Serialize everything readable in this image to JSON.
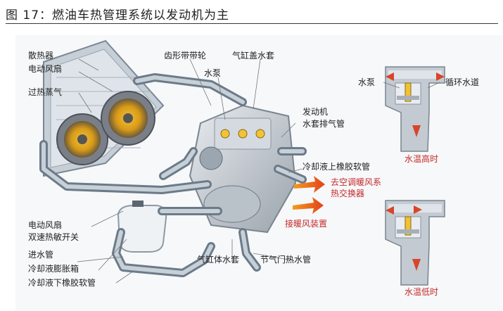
{
  "figure": {
    "title": "图 17：燃油车热管理系统以发动机为主"
  },
  "labels": {
    "radiator": "散热器",
    "fan": "电动风扇",
    "steam": "过热蒸气",
    "belt": "齿形带带轮",
    "cover_jacket": "气缸盖水套",
    "pump": "水泵",
    "engine_line1": "发动机",
    "engine_line2": "水套排气管",
    "upper_hose": "冷却液上橡胶软管",
    "ac_line1": "去空调暖风系",
    "ac_line2": "热交换器",
    "heater": "接暖风装置",
    "fan_switch_line1": "电动风扇",
    "fan_switch_line2": "双速热敏开关",
    "inlet": "进水管",
    "tank": "冷却液膨胀箱",
    "lower_hose": "冷却液下橡胶软管",
    "block_jacket": "气缸体水套",
    "throttle": "节气门热水管",
    "therm_pump": "水泵",
    "therm_loop": "循环水道",
    "temp_high": "水温高时",
    "temp_low": "水温低时"
  }
}
